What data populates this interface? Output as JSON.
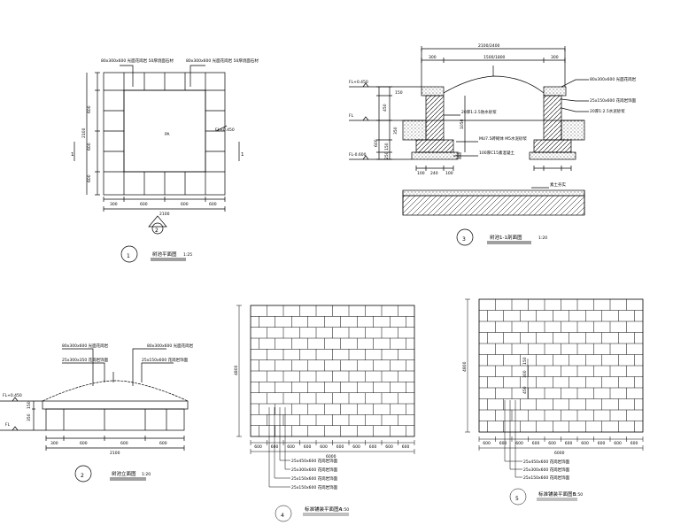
{
  "drawing_1": {
    "callout_left": "80x300x600 光面花岗岩 50厚烧面石材",
    "callout_right": "80x300x600 光面花岗岩 50厚烧面石材",
    "level": "FL+0.450",
    "dim_bottom": [
      "300",
      "600",
      "600",
      "600"
    ],
    "total": "2100",
    "dim_left": [
      "600",
      "600",
      "600"
    ],
    "side_total": "2100",
    "section_mark_left": "1",
    "section_mark_right": "1",
    "center_label": "PA",
    "title": "树池平面图",
    "scale": "1:25",
    "number": "1",
    "north_mark": "2"
  },
  "drawing_3": {
    "top_dim": "2100/2400",
    "top_subdims": [
      "300",
      "1500/1800",
      "300"
    ],
    "levels": [
      "FL+0.450",
      "FL",
      "FL-0.600"
    ],
    "left_dims": [
      "150",
      "450",
      "350",
      "600",
      "150",
      "250"
    ],
    "callouts_right": [
      "80x300x600 光面花岗岩",
      "25x150x600 花岗岩饰面",
      "20厚1:2.5水泥砂浆"
    ],
    "callouts_inner": [
      "20厚1:2.5防水砂浆",
      "MU7.5砖砌体 M5水泥砂浆",
      "100厚C15素混凝土"
    ],
    "inner_dims": [
      "1050",
      "100"
    ],
    "bottom_dims": [
      "100",
      "240",
      "100"
    ],
    "bottom_callout": "素土夯实",
    "title": "树池1-1剖面图",
    "scale": "1:20",
    "number": "3"
  },
  "drawing_2": {
    "callouts": [
      "80x300x600 光面花岗岩",
      "80x300x600 光面花岗岩",
      "25x300x350 花岗岩饰面",
      "25x150x600 花岗岩饰面"
    ],
    "levels": [
      "FL+0.450",
      "FL"
    ],
    "left_dims": [
      "150",
      "350"
    ],
    "dims": [
      "300",
      "600",
      "600",
      "600"
    ],
    "total": "2100",
    "title": "树池立面图",
    "scale": "1:20",
    "number": "2"
  },
  "drawing_4": {
    "side_dim": "4800",
    "dims": [
      "600",
      "600",
      "600",
      "600",
      "600",
      "600",
      "600",
      "600",
      "600",
      "600"
    ],
    "total": "6000",
    "callouts": [
      "25x450x600 花岗岩饰面",
      "25x300x600 花岗岩饰面",
      "25x150x600 花岗岩饰面",
      "25x150x600 花岗岩饰面"
    ],
    "title": "标准铺装平面图A",
    "scale": "1:50",
    "number": "4"
  },
  "drawing_5": {
    "side_dim": "4800",
    "dims": [
      "600",
      "600",
      "600",
      "600",
      "600",
      "600",
      "600",
      "600",
      "600",
      "600"
    ],
    "total": "6000",
    "inner_dims": [
      "150",
      "300",
      "450"
    ],
    "callouts": [
      "25x450x600 花岗岩饰面",
      "25x300x600 花岗岩饰面",
      "25x150x600 花岗岩饰面"
    ],
    "title": "标准铺装平面图B",
    "scale": "1:50",
    "number": "5"
  }
}
